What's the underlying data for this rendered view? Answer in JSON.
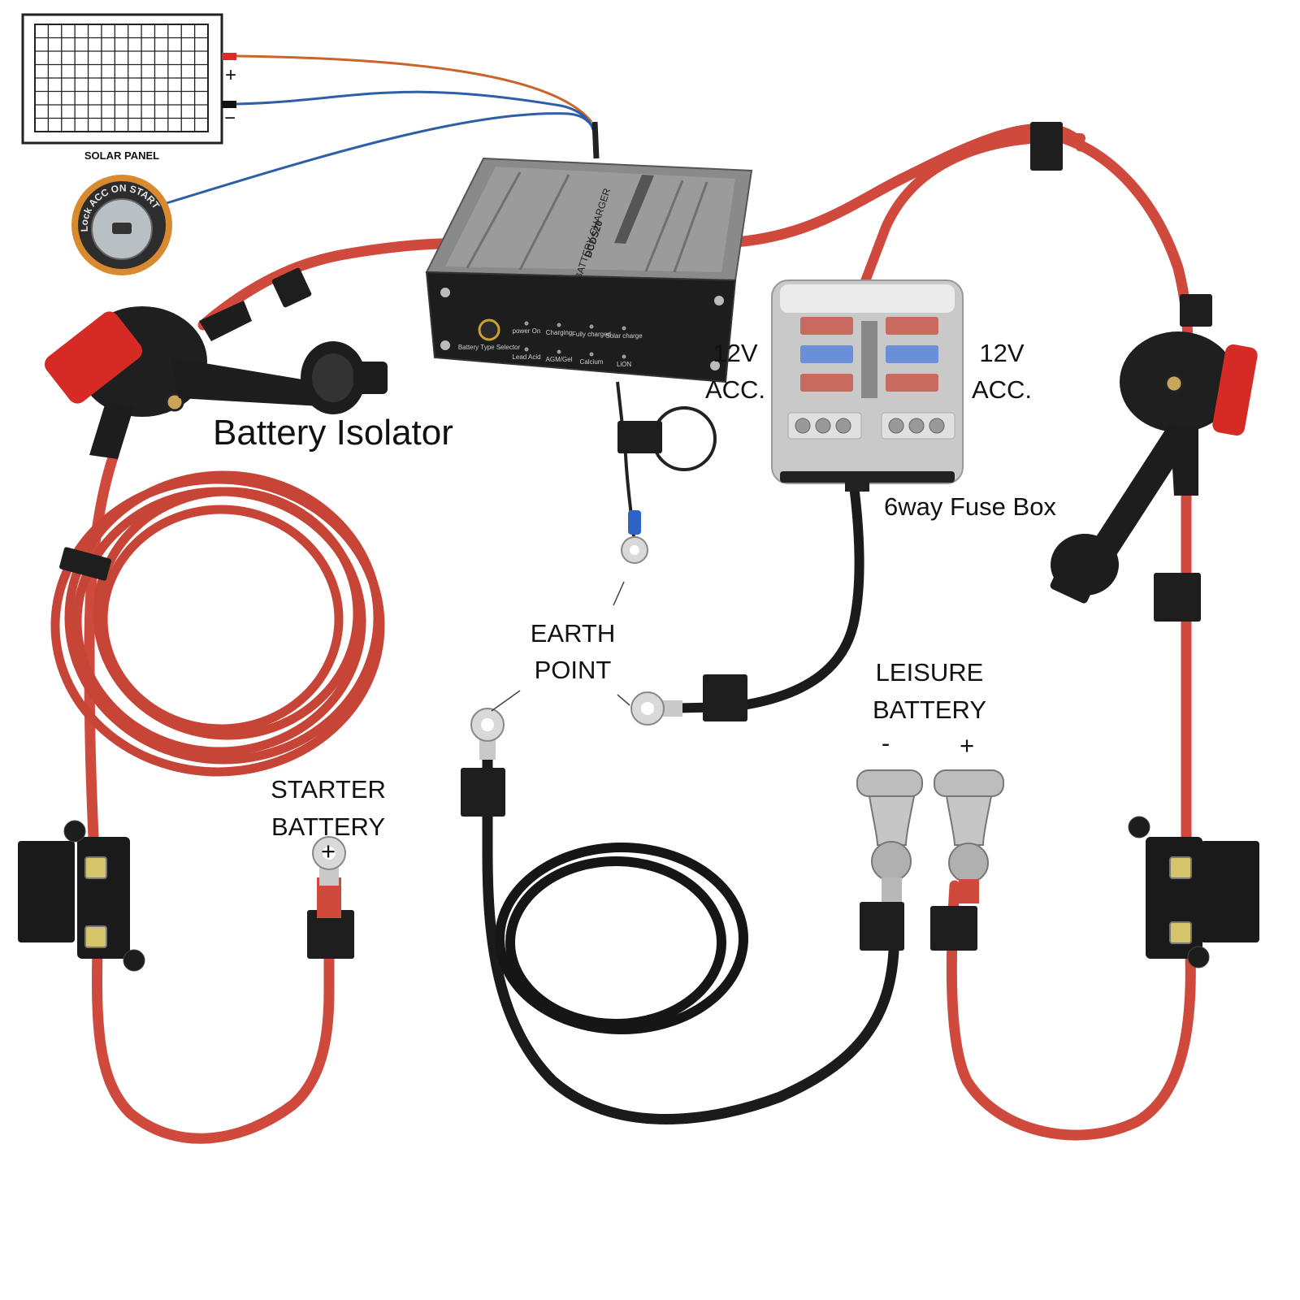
{
  "solar_panel": {
    "label": "SOLAR PANEL",
    "plus": "+",
    "minus": "−"
  },
  "ignition": {
    "ring_text": "Lock ACC ON START"
  },
  "charger": {
    "model": "DCDS20",
    "name": "BATTERY CHARGER",
    "leds": [
      {
        "top": "power On",
        "bottom": "Lead Acid"
      },
      {
        "top": "Charging",
        "bottom": "AGM/Gel"
      },
      {
        "top": "Fully charged",
        "bottom": "Calcium"
      },
      {
        "top": "Solar charge",
        "bottom": "LiON"
      }
    ],
    "selector_label": "Battery Type Selector"
  },
  "labels": {
    "battery_isolator": "Battery Isolator",
    "acc_left_line1": "12V",
    "acc_left_line2": "ACC.",
    "acc_right_line1": "12V",
    "acc_right_line2": "ACC.",
    "fuse_box": "6way Fuse Box",
    "earth_point_line1": "EARTH",
    "earth_point_line2": "POINT",
    "leisure_line1": "LEISURE",
    "leisure_line2": "BATTERY",
    "leisure_minus": "-",
    "leisure_plus": "+",
    "starter_line1": "STARTER",
    "starter_line2": "BATTERY",
    "starter_plus": "+"
  },
  "colors": {
    "red_cable": "#cf4a3c",
    "red_cable_dark": "#a5352a",
    "black_cable": "#1b1b1b",
    "blue_wire": "#2c5fa8",
    "orange_wire": "#c9642a",
    "isolator_handle": "#d62b24",
    "charger_body": "#8a8a8a"
  }
}
